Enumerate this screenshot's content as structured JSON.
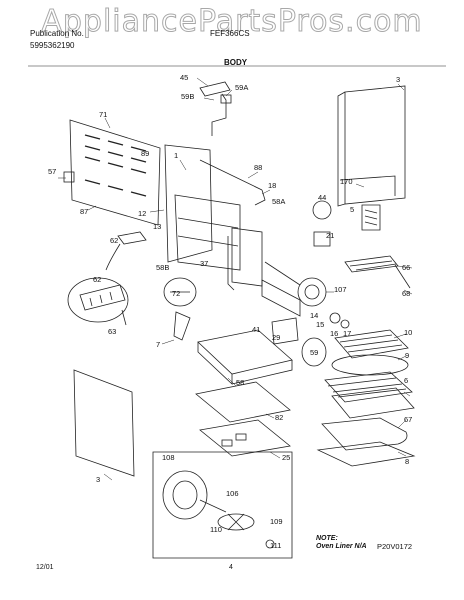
{
  "header": {
    "watermark": "AppliancePartsPros.com",
    "publication_line1": "Publication No.",
    "publication_no": "5995362190",
    "model": "FEF366CS",
    "section_title": "BODY"
  },
  "callouts": [
    "45",
    "59B",
    "59A",
    "3",
    "71",
    "89",
    "1",
    "88",
    "18",
    "170",
    "57",
    "87",
    "12",
    "13",
    "44",
    "58A",
    "5",
    "62",
    "21",
    "58B",
    "37",
    "66",
    "72",
    "107",
    "68",
    "62",
    "14",
    "15",
    "16",
    "17",
    "41",
    "29",
    "10",
    "7",
    "9",
    "59",
    "63",
    "58",
    "6",
    "82",
    "67",
    "25",
    "3",
    "8",
    "108",
    "106",
    "110",
    "109",
    "111"
  ],
  "footer": {
    "note_label": "NOTE:",
    "note_text": "Oven Liner N/A",
    "diagram_code": "P20V0172",
    "date": "12/01",
    "page": "4"
  }
}
